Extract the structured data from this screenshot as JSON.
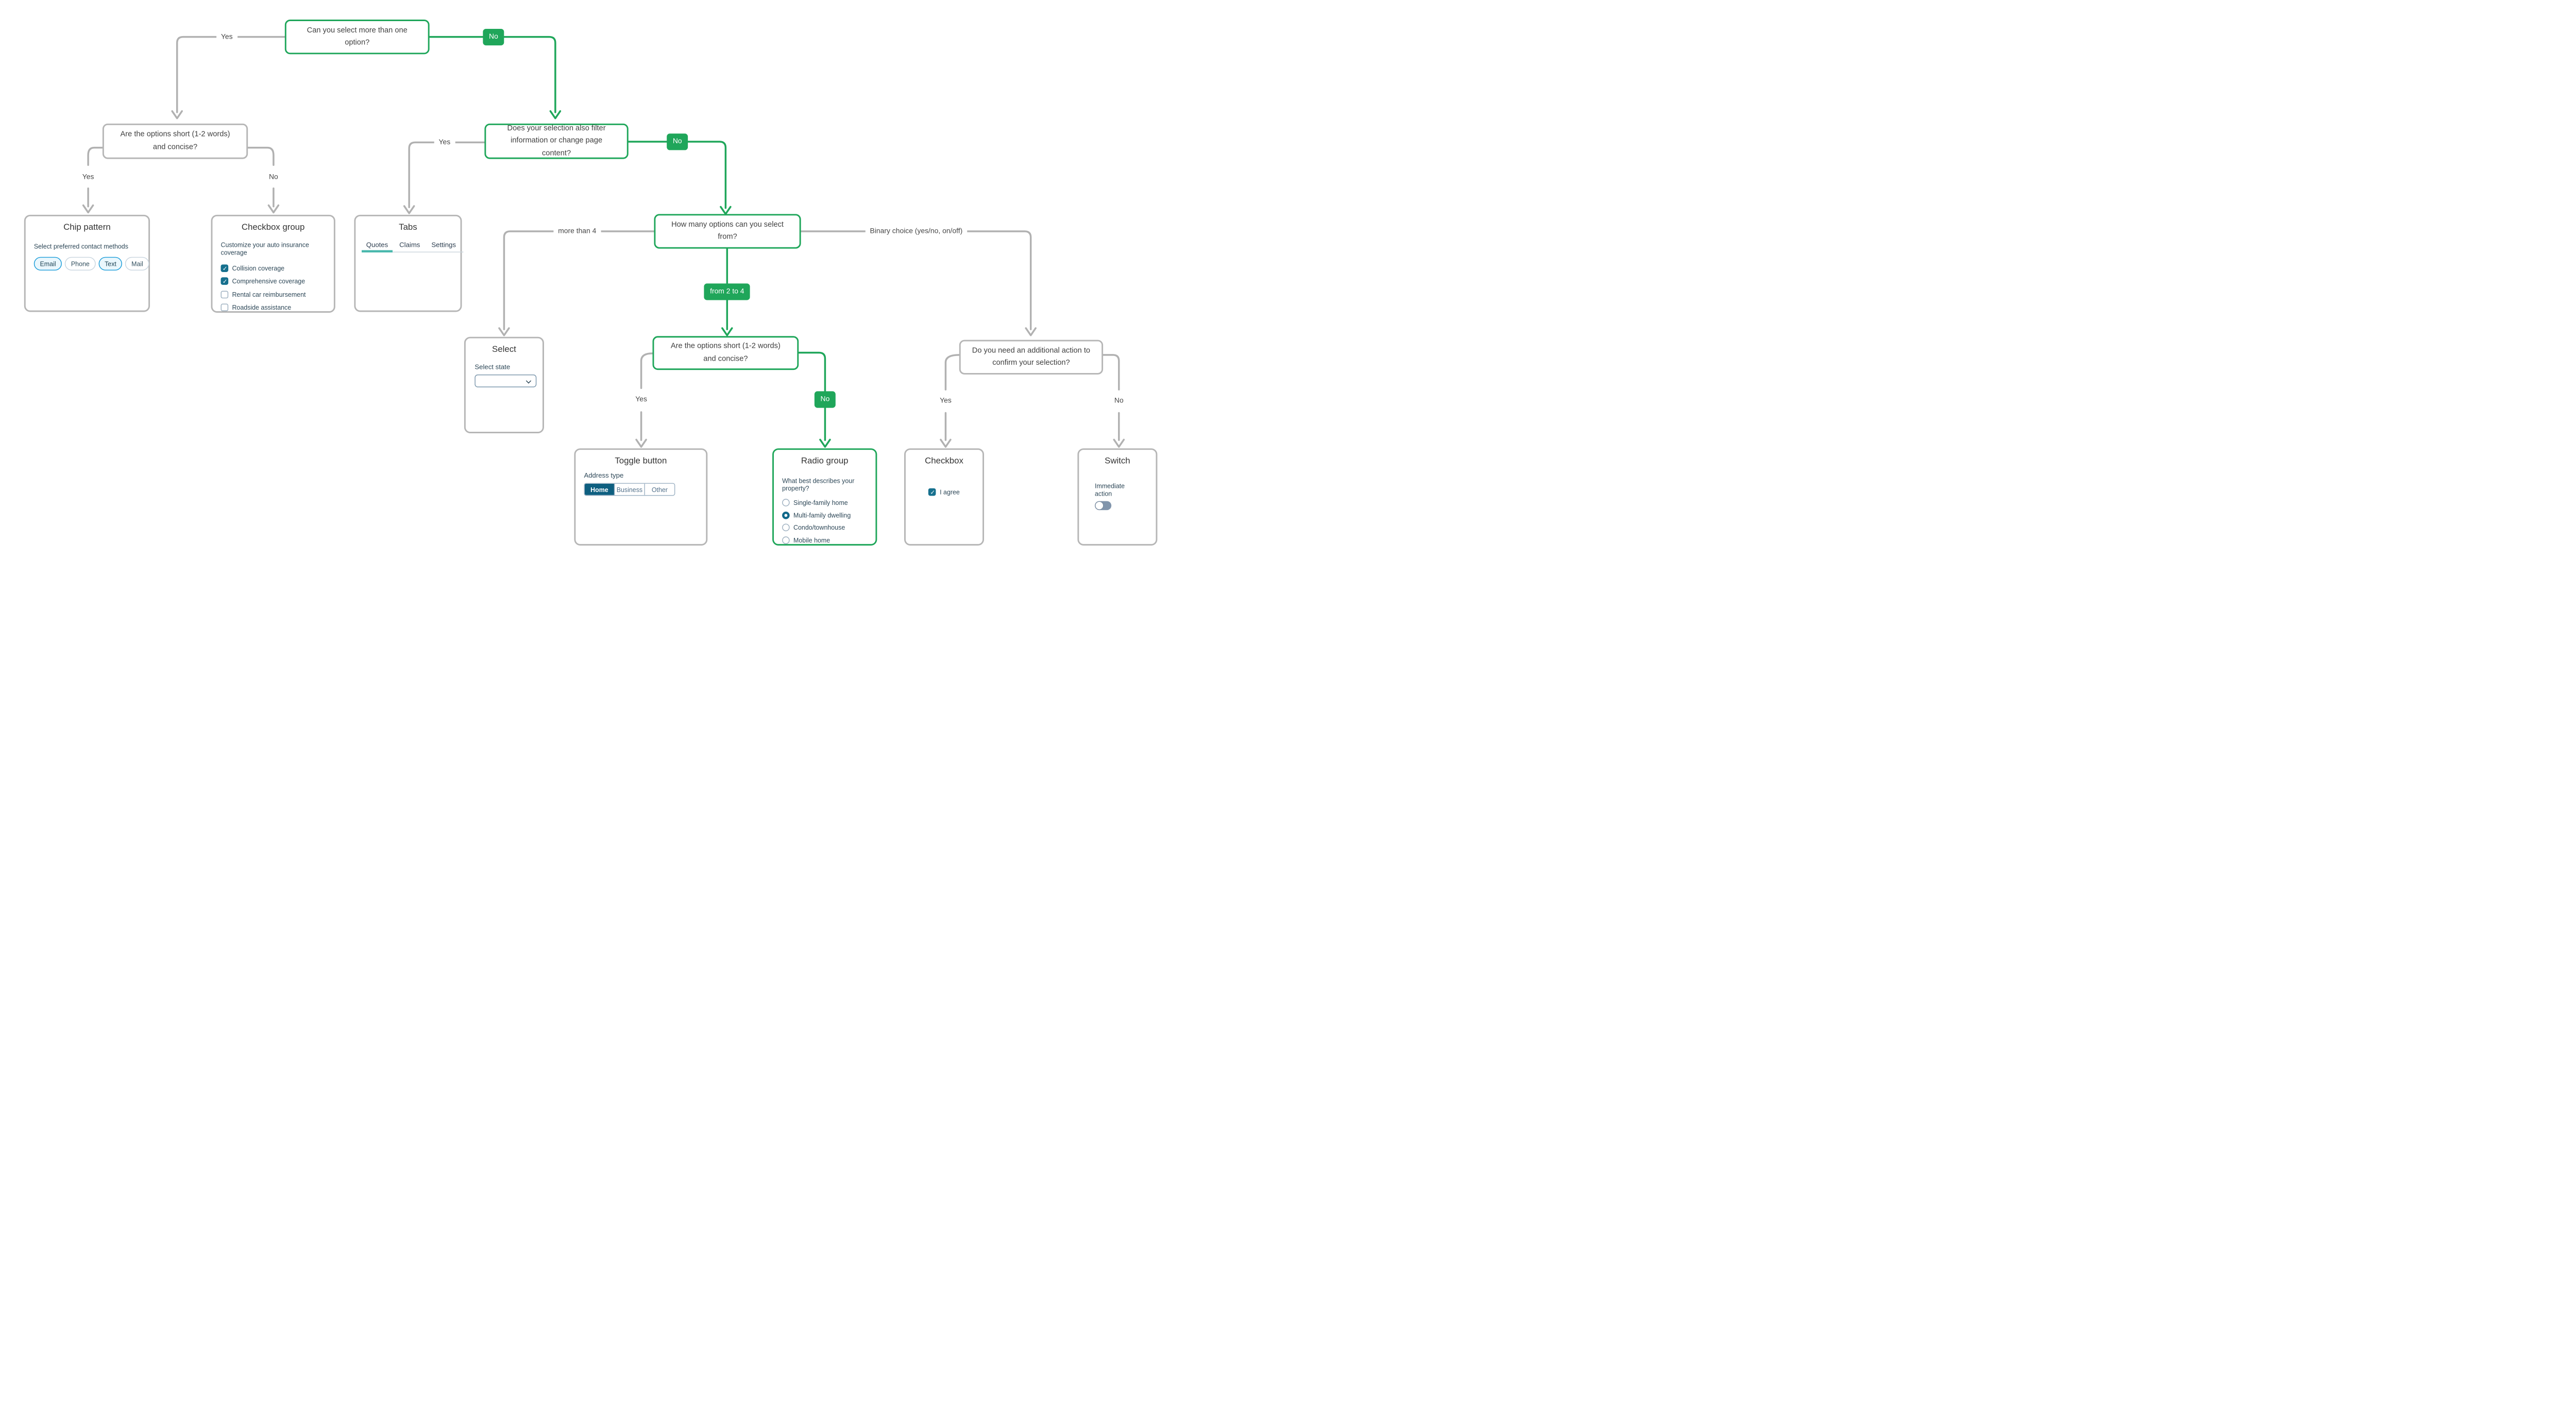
{
  "colors": {
    "accent_green": "#1fa65a",
    "line_gray": "#b1b1b1",
    "teal_control": "#16708e",
    "toggle_selected_bg": "#0e5f80",
    "chip_selected_border": "#1c9dd9",
    "chip_selected_bg": "#eaf7fd",
    "tab_active_underline": "#49b8ac",
    "switch_track": "#8195ac"
  },
  "decisions": {
    "q1": {
      "text": "Can you select more than one option?"
    },
    "q2": {
      "text": "Are the options short (1-2 words) and concise?"
    },
    "q3": {
      "text": "Does your selection also filter information or change page content?"
    },
    "q4": {
      "text": "How many options can you select from?"
    },
    "q5": {
      "text": "Are the options short (1-2 words) and concise?"
    },
    "q6": {
      "text": "Do you need an additional action to confirm your selection?"
    }
  },
  "branch_labels": {
    "q1_yes": "Yes",
    "q1_no": "No",
    "q2_yes": "Yes",
    "q2_no": "No",
    "q3_yes": "Yes",
    "q3_no": "No",
    "q4_more": "more than 4",
    "q4_mid": "from 2 to 4",
    "q4_binary": "Binary choice (yes/no, on/off)",
    "q5_yes": "Yes",
    "q5_no": "No",
    "q6_yes": "Yes",
    "q6_no": "No"
  },
  "cards": {
    "chip_pattern": {
      "title": "Chip pattern",
      "label": "Select preferred contact methods",
      "chips": [
        {
          "label": "Email",
          "selected": true
        },
        {
          "label": "Phone",
          "selected": false
        },
        {
          "label": "Text",
          "selected": true
        },
        {
          "label": "Mail",
          "selected": false
        }
      ]
    },
    "checkbox_group": {
      "title": "Checkbox group",
      "label": "Customize your auto insurance coverage",
      "options": [
        {
          "label": "Collision coverage",
          "checked": true
        },
        {
          "label": "Comprehensive coverage",
          "checked": true
        },
        {
          "label": "Rental car reimbursement",
          "checked": false
        },
        {
          "label": "Roadside assistance",
          "checked": false
        }
      ]
    },
    "tabs": {
      "title": "Tabs",
      "items": [
        {
          "label": "Quotes",
          "active": true
        },
        {
          "label": "Claims",
          "active": false
        },
        {
          "label": "Settings",
          "active": false
        }
      ]
    },
    "select": {
      "title": "Select",
      "label": "Select state",
      "value": ""
    },
    "toggle_button": {
      "title": "Toggle button",
      "label": "Address type",
      "segments": [
        {
          "label": "Home",
          "selected": true
        },
        {
          "label": "Business",
          "selected": false
        },
        {
          "label": "Other",
          "selected": false
        }
      ]
    },
    "radio_group": {
      "title": "Radio group",
      "label": "What best describes your property?",
      "options": [
        {
          "label": "Single-family home",
          "selected": false
        },
        {
          "label": "Multi-family dwelling",
          "selected": true
        },
        {
          "label": "Condo/townhouse",
          "selected": false
        },
        {
          "label": "Mobile home",
          "selected": false
        }
      ]
    },
    "checkbox": {
      "title": "Checkbox",
      "option": {
        "label": "I agree",
        "checked": true
      }
    },
    "switch": {
      "title": "Switch",
      "label": "Immediate action",
      "on": false
    }
  }
}
